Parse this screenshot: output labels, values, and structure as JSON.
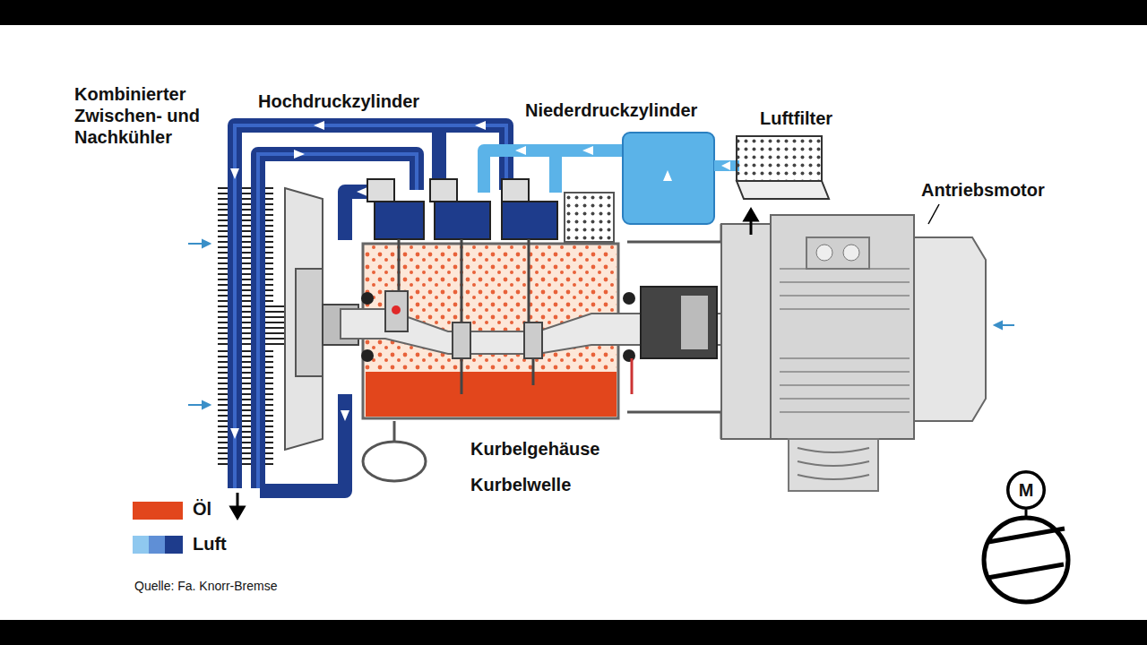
{
  "diagram": {
    "nodes": [
      {
        "text": [
          "M"
        ]
      }
    ],
    "labels": [
      "Kombinierter Zwischen- und Nachkühler",
      "Hochdruckzylinder",
      "Niederdruckzylinder",
      "Luftfilter",
      "Antriebsmotor",
      "Kurbelgehäuse",
      "Kurbelwelle",
      "Quelle: Fa. Knorr-Bremse"
    ],
    "legend": [
      {
        "text": "Öl",
        "color": "#e2461c"
      },
      {
        "text": "Luft",
        "color": "#1e3c8c"
      }
    ]
  }
}
